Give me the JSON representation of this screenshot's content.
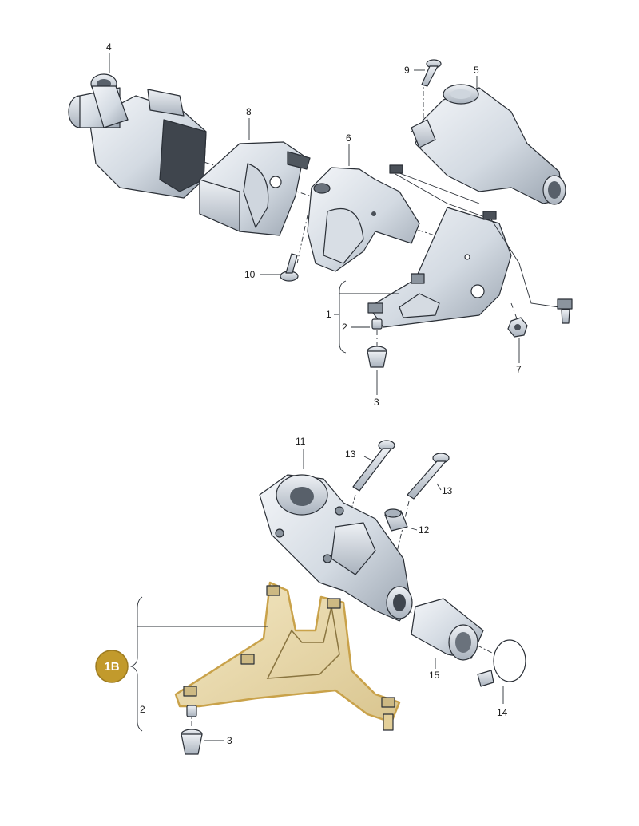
{
  "callouts": {
    "c1": "1",
    "c2": "2",
    "c3": "3",
    "c4": "4",
    "c5": "5",
    "c6": "6",
    "c7": "7",
    "c8": "8",
    "c9": "9",
    "c10": "10",
    "c11": "11",
    "c12": "12",
    "c13": "13",
    "c14": "14",
    "c15": "15",
    "c2b": "2",
    "c3b": "3",
    "c13b": "13"
  },
  "badge": {
    "label": "1B"
  },
  "colors": {
    "metal_light": "#e4e9ef",
    "metal_mid": "#c3ccd6",
    "metal_dark": "#3a4048",
    "highlight_bracket": "#ead9a8",
    "highlight_stroke": "#c9a24a",
    "badge": "#c29a2c"
  }
}
